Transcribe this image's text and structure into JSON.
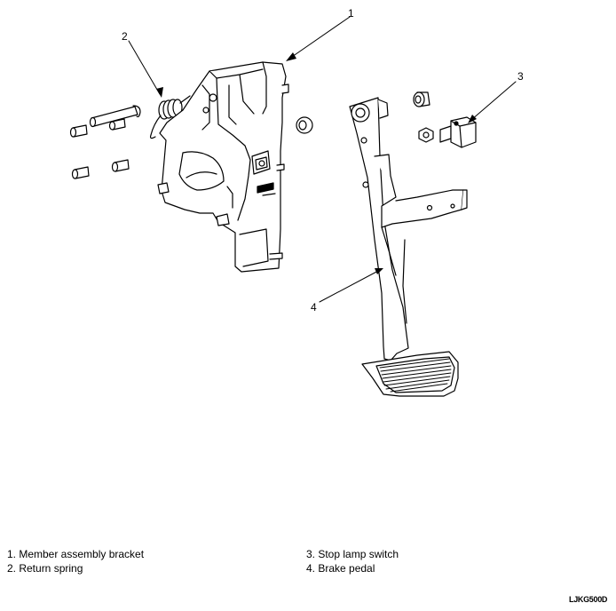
{
  "callouts": {
    "c1": "1",
    "c2": "2",
    "c3": "3",
    "c4": "4"
  },
  "legend": {
    "item1": "1. Member assembly bracket",
    "item2": "2. Return spring",
    "item3": "3. Stop lamp switch",
    "item4": "4. Brake pedal"
  },
  "figure_code": "LJKG500D"
}
